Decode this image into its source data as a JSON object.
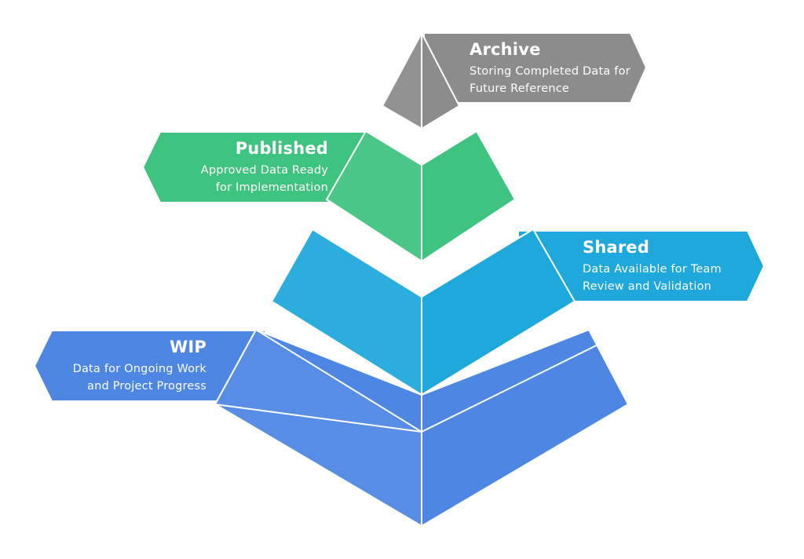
{
  "diagram": {
    "type": "pyramid",
    "levels": [
      {
        "key": "archive",
        "title": "Archive",
        "description_lines": [
          "Storing Completed Data for",
          "Future Reference"
        ],
        "color": "#8c8c8c"
      },
      {
        "key": "published",
        "title": "Published",
        "description_lines": [
          "Approved Data Ready",
          "for Implementation"
        ],
        "color": "#3fc47f"
      },
      {
        "key": "shared",
        "title": "Shared",
        "description_lines": [
          "Data Available for Team",
          "Review and Validation"
        ],
        "color": "#1ea8dc"
      },
      {
        "key": "wip",
        "title": "WIP",
        "description_lines": [
          "Data for Ongoing Work",
          "and Project Progress"
        ],
        "color": "#4e86e4"
      }
    ]
  }
}
